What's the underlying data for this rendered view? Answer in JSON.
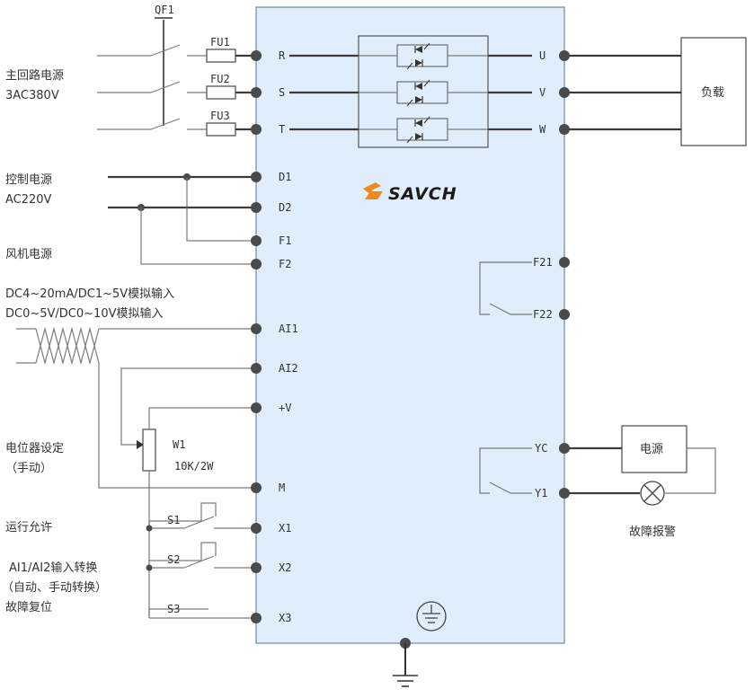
{
  "labels": {
    "qf1": "QF1",
    "fu1": "FU1",
    "fu2": "FU2",
    "fu3": "FU3",
    "main_power_1": "主回路电源",
    "main_power_2": "3AC380V",
    "ctrl_power_1": "控制电源",
    "ctrl_power_2": "AC220V",
    "fan_power": "风机电源",
    "analog_1": "DC4~20mA/DC1~5V模拟输入",
    "analog_2": "DC0~5V/DC0~10V模拟输入",
    "pot_1": "电位器设定",
    "pot_2": "（手动）",
    "w1": "W1",
    "w1_val": "10K/2W",
    "run_allow": "运行允许",
    "switch_1": "AI1/AI2输入转换",
    "switch_2": "（自动、手动转换）",
    "fault_reset": "故障复位",
    "s1": "S1",
    "s2": "S2",
    "s3": "S3",
    "load": "负载",
    "power": "电源",
    "fault_alarm": "故障报警",
    "logo": "SAVCH"
  },
  "terminals_left": [
    "R",
    "S",
    "T",
    "D1",
    "D2",
    "F1",
    "F2",
    "AI1",
    "AI2",
    "+V",
    "M",
    "X1",
    "X2",
    "X3"
  ],
  "terminals_right": [
    "U",
    "V",
    "W",
    "F21",
    "F22",
    "YC",
    "Y1"
  ],
  "colors": {
    "panel_fill": "#dfeefa",
    "panel_stroke": "#6a8aa6",
    "logo_orange": "#f08a1c",
    "wire": "#3a3a3a"
  }
}
